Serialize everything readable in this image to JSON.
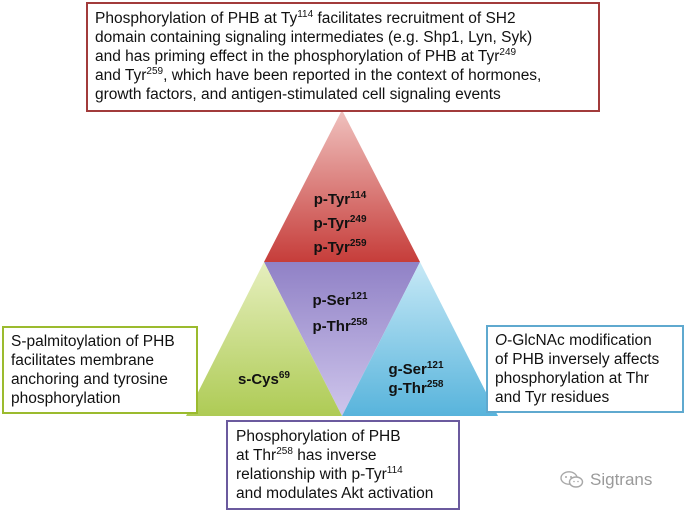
{
  "top_box": {
    "line1_a": "Phosphorylation of PHB at Ty",
    "line1_sup": "114",
    "line1_b": " facilitates recruitment of SH2",
    "line2": "domain containing signaling intermediates (e.g. Shp1, Lyn, Syk)",
    "line3_a": "and has priming effect in the phosphorylation of PHB at Tyr",
    "line3_sup": "249",
    "line4_a": "and Tyr",
    "line4_sup": "259",
    "line4_b": ", which have been reported in the context of hormones,",
    "line5": "growth factors, and antigen-stimulated cell signaling events"
  },
  "left_box": {
    "line1": "S-palmitoylation of PHB",
    "line2": "facilitates membrane",
    "line3": "anchoring and tyrosine",
    "line4": "phosphorylation"
  },
  "right_box": {
    "line1_italic": "O",
    "line1_rest": "-GlcNAc modification",
    "line2": "of PHB inversely affects",
    "line3": "phosphorylation at Thr",
    "line4": "and Tyr residues"
  },
  "bottom_box": {
    "line1": "Phosphorylation of PHB",
    "line2_a": "at Thr",
    "line2_sup": "258",
    "line2_b": " has inverse",
    "line3_a": "relationship with p-Tyr",
    "line3_sup": "114",
    "line4": "and modulates Akt activation"
  },
  "pyramid": {
    "top": [
      {
        "base": "p-Tyr",
        "sup": "114"
      },
      {
        "base": "p-Tyr",
        "sup": "249"
      },
      {
        "base": "p-Tyr",
        "sup": "259"
      }
    ],
    "middle": [
      {
        "base": "p-Ser",
        "sup": "121"
      },
      {
        "base": "p-Thr",
        "sup": "258"
      }
    ],
    "left": [
      {
        "base": "s-Cys",
        "sup": "69"
      }
    ],
    "right": [
      {
        "base": "g-Ser",
        "sup": "121"
      },
      {
        "base": "g-Thr",
        "sup": "258"
      }
    ],
    "colors": {
      "top": "#cd4b47",
      "middle": "#9e8fcf",
      "left": "#bdd676",
      "right": "#7dc6e5"
    }
  },
  "watermark": {
    "text": "Sigtrans",
    "icon": "wechat-icon"
  }
}
